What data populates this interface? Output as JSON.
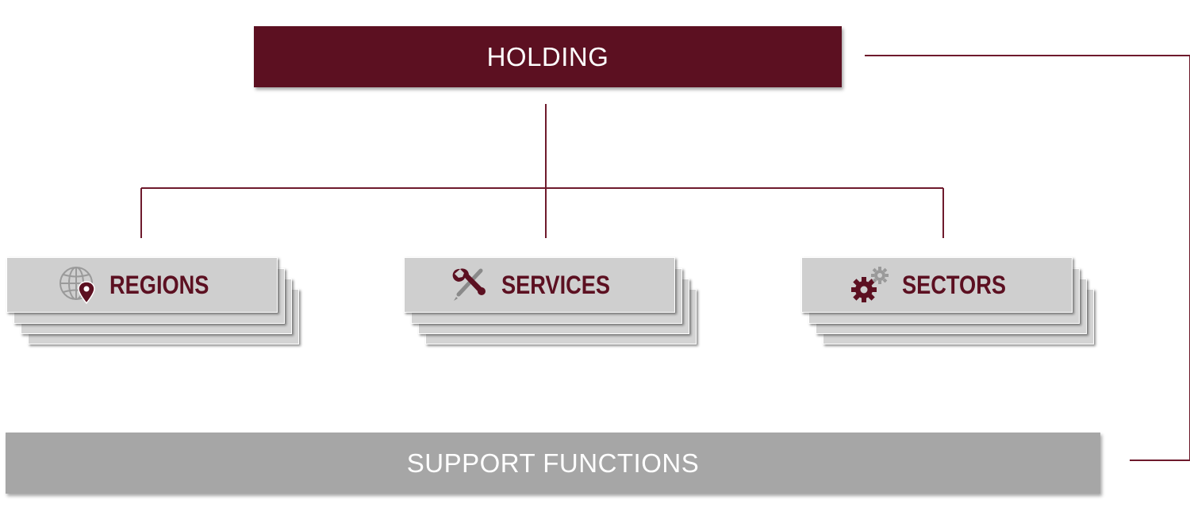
{
  "holding": {
    "label": "HOLDING"
  },
  "units": [
    {
      "label": "REGIONS",
      "icon": "globe-location-icon"
    },
    {
      "label": "SERVICES",
      "icon": "tools-icon"
    },
    {
      "label": "SECTORS",
      "icon": "gears-icon"
    }
  ],
  "support": {
    "label": "SUPPORT FUNCTIONS"
  },
  "colors": {
    "primary": "#5c1021",
    "card": "#d0d0d0",
    "support": "#a6a6a6",
    "line": "#6e1a2c"
  }
}
